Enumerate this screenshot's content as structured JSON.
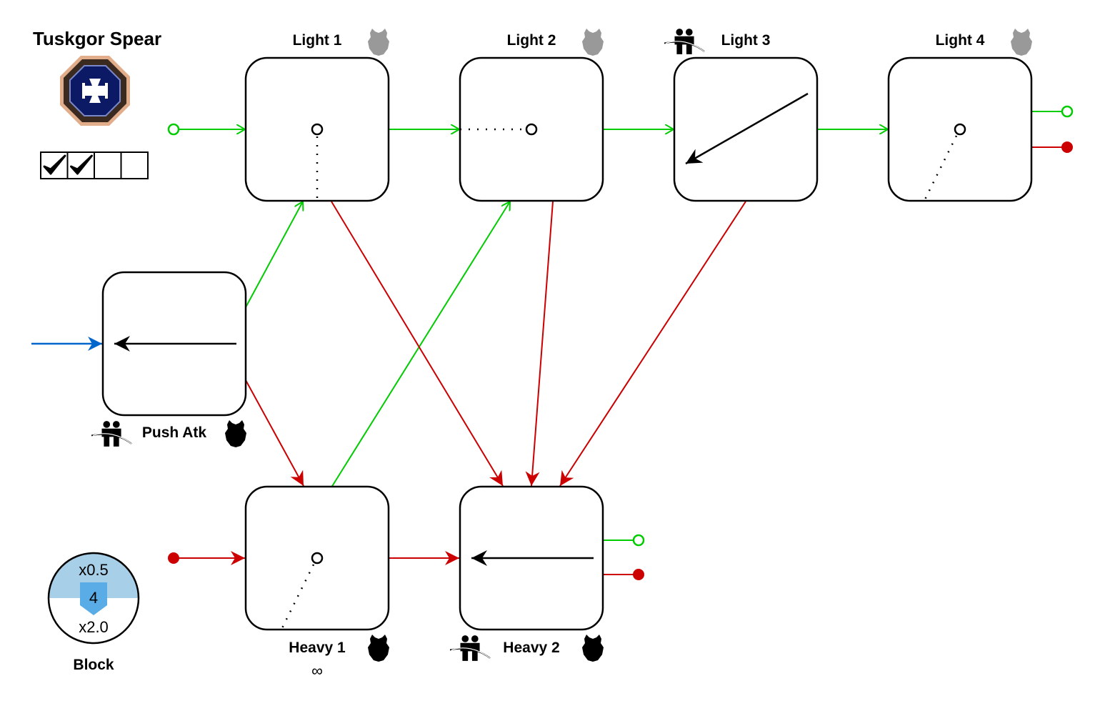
{
  "weapon": {
    "name": "Tuskgor Spear",
    "icon": "blue-octagon-cross-icon",
    "upgrade_slots": [
      true,
      true,
      false,
      false
    ]
  },
  "colors": {
    "light_transition": "#00cc00",
    "heavy_transition": "#cc0000",
    "entry": "#0066cc",
    "armor_light": "#999999",
    "armor_heavy": "#000000",
    "block_top": "#a8cfe8",
    "block_shield": "#5aace6"
  },
  "attacks": [
    {
      "id": "light1",
      "label": "Light 1",
      "armor": "light",
      "multi_hit": false,
      "motion": "overhead-dot-down",
      "infinite": false
    },
    {
      "id": "light2",
      "label": "Light 2",
      "armor": "light",
      "multi_hit": false,
      "motion": "horizontal-dot-left",
      "infinite": false
    },
    {
      "id": "light3",
      "label": "Light 3",
      "armor": "none",
      "multi_hit": true,
      "motion": "diagonal-sweep-down-left",
      "infinite": false
    },
    {
      "id": "light4",
      "label": "Light 4",
      "armor": "light",
      "multi_hit": false,
      "motion": "diagonal-dot-down-left",
      "infinite": false
    },
    {
      "id": "push",
      "label": "Push Atk",
      "armor": "heavy",
      "multi_hit": true,
      "motion": "horizontal-sweep-left",
      "infinite": false
    },
    {
      "id": "heavy1",
      "label": "Heavy 1",
      "armor": "heavy",
      "multi_hit": false,
      "motion": "diagonal-dot-down-left",
      "infinite": true,
      "infinite_symbol": "∞"
    },
    {
      "id": "heavy2",
      "label": "Heavy 2",
      "armor": "heavy",
      "multi_hit": true,
      "motion": "horizontal-sweep-left",
      "infinite": false
    }
  ],
  "transitions": [
    {
      "from": "start-light",
      "to": "light1",
      "type": "light"
    },
    {
      "from": "light1",
      "to": "light2",
      "type": "light"
    },
    {
      "from": "light2",
      "to": "light3",
      "type": "light"
    },
    {
      "from": "light3",
      "to": "light4",
      "type": "light"
    },
    {
      "from": "push",
      "to": "light1",
      "type": "light"
    },
    {
      "from": "heavy1",
      "to": "light2",
      "type": "light"
    },
    {
      "from": "light1",
      "to": "heavy2",
      "type": "heavy"
    },
    {
      "from": "light2",
      "to": "heavy2",
      "type": "heavy"
    },
    {
      "from": "light3",
      "to": "heavy2",
      "type": "heavy"
    },
    {
      "from": "push",
      "to": "heavy1",
      "type": "heavy"
    },
    {
      "from": "start-heavy",
      "to": "heavy1",
      "type": "heavy"
    },
    {
      "from": "heavy1",
      "to": "heavy2",
      "type": "heavy"
    },
    {
      "from": "start-push",
      "to": "push",
      "type": "entry"
    }
  ],
  "block": {
    "label": "Block",
    "top_multiplier": "x0.5",
    "value": "4",
    "bottom_multiplier": "x2.0"
  }
}
